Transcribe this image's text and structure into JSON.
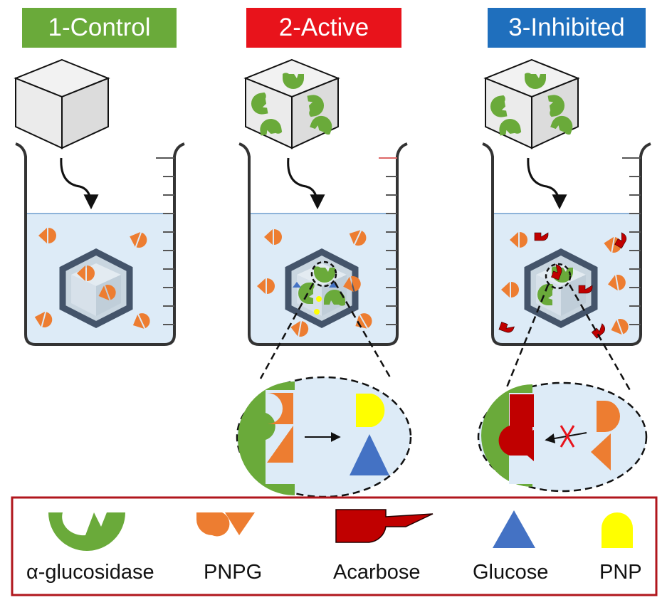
{
  "panels": [
    {
      "title": "1-Control",
      "color": "#6aaa3a"
    },
    {
      "title": "2-Active",
      "color": "#e8131b"
    },
    {
      "title": "3-Inhibited",
      "color": "#1f6fbd"
    }
  ],
  "legend": {
    "items": [
      {
        "label": "α-glucosidase",
        "icon": "alpha-glucosidase-icon"
      },
      {
        "label": "PNPG",
        "icon": "pnpg-icon"
      },
      {
        "label": "Acarbose",
        "icon": "acarbose-icon"
      },
      {
        "label": "Glucose",
        "icon": "glucose-icon"
      },
      {
        "label": "PNP",
        "icon": "pnp-icon"
      }
    ],
    "border_color": "#b0161c"
  },
  "colors": {
    "enzyme": "#6aaa3a",
    "substrate": "#ed7d31",
    "inhibitor": "#c00000",
    "glucose": "#4472c4",
    "pnp": "#ffff00",
    "liquid": "#ddebf7",
    "beaker": "#333333"
  }
}
